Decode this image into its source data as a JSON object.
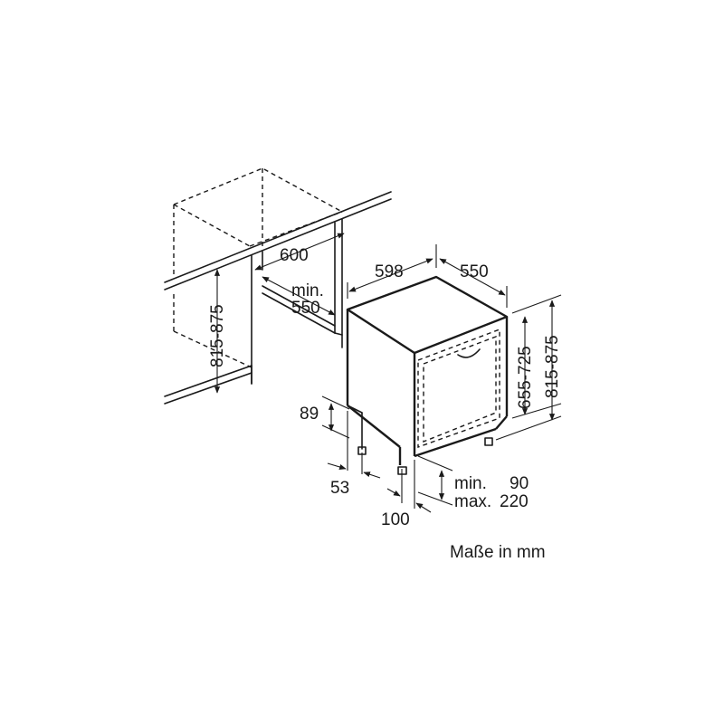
{
  "diagram": {
    "caption": "Maße in mm",
    "labels": {
      "cabinet_depth": "600",
      "niche_depth_min_line1": "min.",
      "niche_depth_min_line2": "550",
      "cabinet_height": "815-875",
      "appliance_width": "598",
      "appliance_depth": "550",
      "appliance_body_height": "655-725",
      "appliance_total_height": "815-875",
      "plinth_height": "89",
      "foot_setback": "53",
      "foot_depth": "100",
      "plinth_min_label": "min.",
      "plinth_min_value": "90",
      "plinth_max_label": "max.",
      "plinth_max_value": "220"
    }
  }
}
